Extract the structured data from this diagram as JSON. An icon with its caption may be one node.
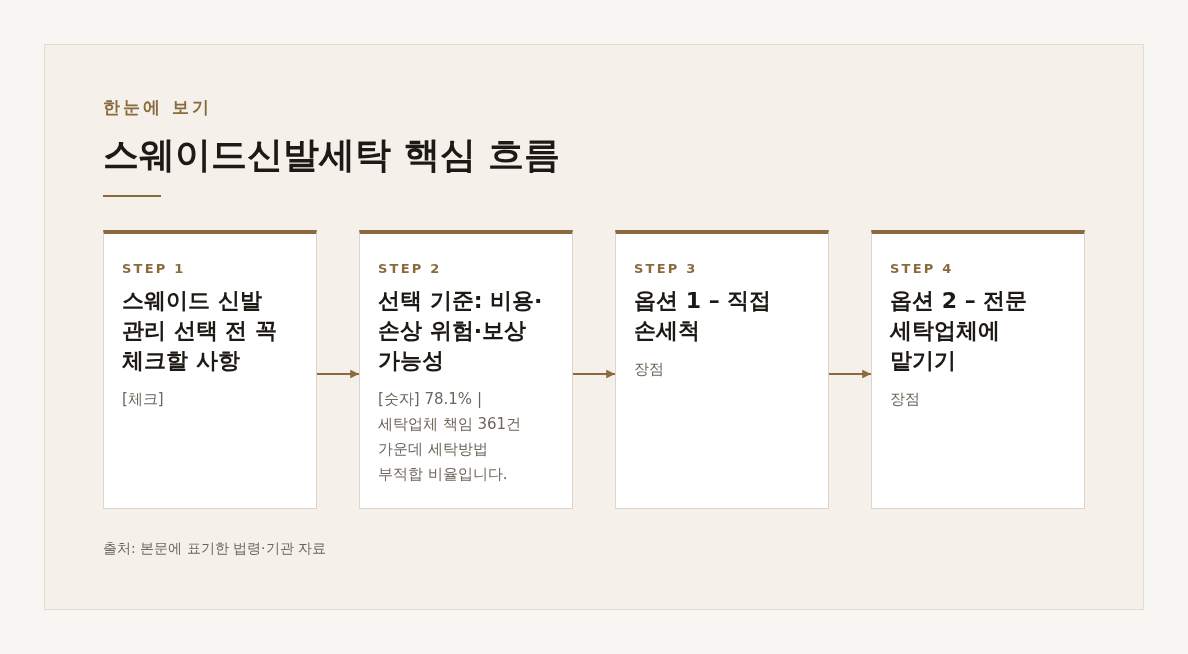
{
  "diagram": {
    "title": "스웨이드신발세탁 핵심 흐름",
    "caption": "출처: 본문에 표기한 법령·기관 자료",
    "labels": [
      "한눈에 보기"
    ],
    "nodes": [
      {
        "text": [
          "STEP 1",
          "스웨이드 신발 관리 선택 전 꼭 체크할 사항",
          "[체크]"
        ]
      },
      {
        "text": [
          "STEP 2",
          "선택 기준: 비용·손상 위험·보상 가능성",
          "[숫자] 78.1% | 세탁업체 책임 361건 가운데 세탁방법 부적합 비율입니다."
        ]
      },
      {
        "text": [
          "STEP 3",
          "옵션 1 – 직접 손세척",
          "장점"
        ]
      },
      {
        "text": [
          "STEP 4",
          "옵션 2 – 전문 세탁업체에 맡기기",
          "장점"
        ]
      }
    ],
    "edges": [
      {
        "from": 0,
        "to": 1,
        "arrow": "to"
      },
      {
        "from": 1,
        "to": 2,
        "arrow": "to"
      },
      {
        "from": 2,
        "to": 3,
        "arrow": "to"
      }
    ]
  }
}
